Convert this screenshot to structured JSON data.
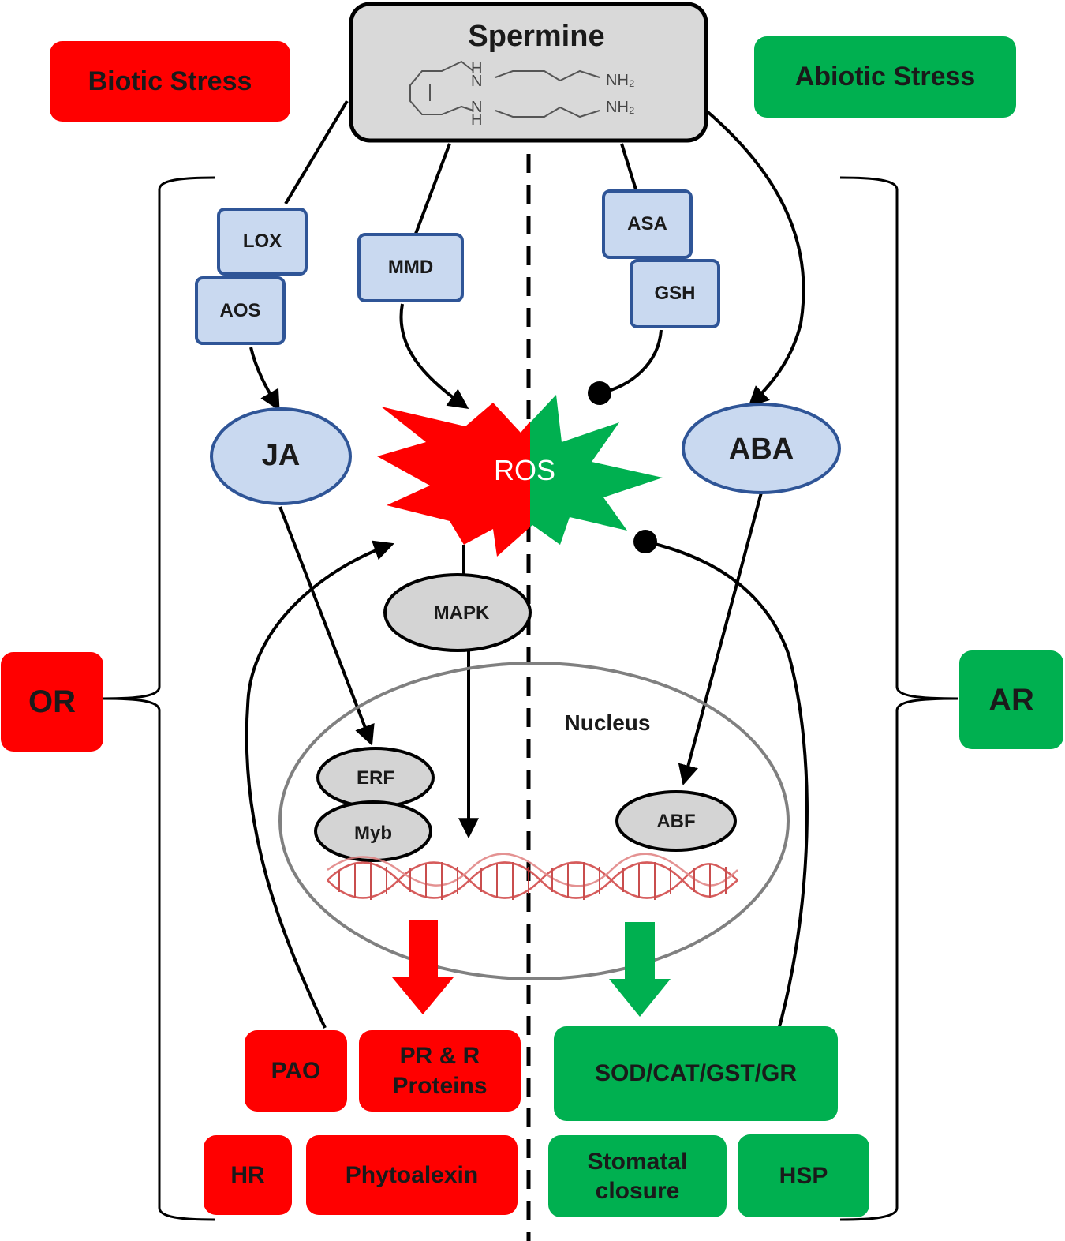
{
  "title": "Spermine",
  "chem": {
    "h_top": "H",
    "n_top": "N",
    "nh2_top": "NH₂",
    "n_bot": "N",
    "h_bot": "H",
    "nh2_bot": "NH₂"
  },
  "stress": {
    "biotic": "Biotic Stress",
    "abiotic": "Abiotic Stress"
  },
  "responses": {
    "or": "OR",
    "ar": "AR"
  },
  "enzymes": {
    "lox": "LOX",
    "aos": "AOS",
    "mmd": "MMD",
    "asa": "ASA",
    "gsh": "GSH"
  },
  "hormones": {
    "ja": "JA",
    "aba": "ABA"
  },
  "ros": "ROS",
  "signaling": {
    "mapk": "MAPK",
    "nucleus": "Nucleus",
    "erf": "ERF",
    "myb": "Myb",
    "abf": "ABF"
  },
  "biotic_outputs": {
    "pao": "PAO",
    "pr_line1": "PR  & R",
    "pr_line2": "Proteins",
    "hr": "HR",
    "phytoalexin": "Phytoalexin"
  },
  "abiotic_outputs": {
    "antioxidants": "SOD/CAT/GST/GR",
    "stomatal_line1": "Stomatal",
    "stomatal_line2": "closure",
    "hsp": "HSP"
  },
  "colors": {
    "biotic": "#ff0000",
    "abiotic": "#00b050",
    "enzyme_fill": "#c9d9f0",
    "enzyme_border": "#2f5597",
    "grey_fill": "#d4d4d4"
  }
}
